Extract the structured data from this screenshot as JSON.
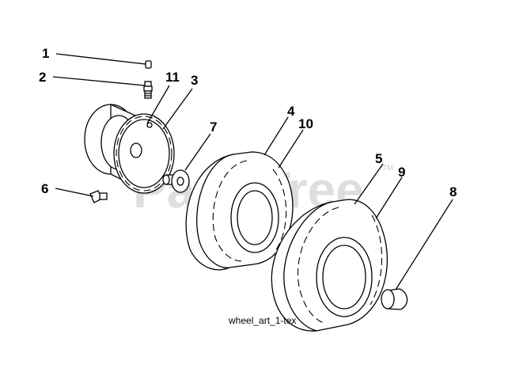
{
  "watermark": {
    "text": "PartsTree",
    "trademark": "TM"
  },
  "caption": "wheel_art_1-tex",
  "callouts": [
    "1",
    "2",
    "11",
    "3",
    "7",
    "4",
    "10",
    "6",
    "5",
    "9",
    "8"
  ],
  "colors": {
    "ink": "#000000",
    "watermark": "#d9d9d9",
    "background": "#ffffff"
  }
}
